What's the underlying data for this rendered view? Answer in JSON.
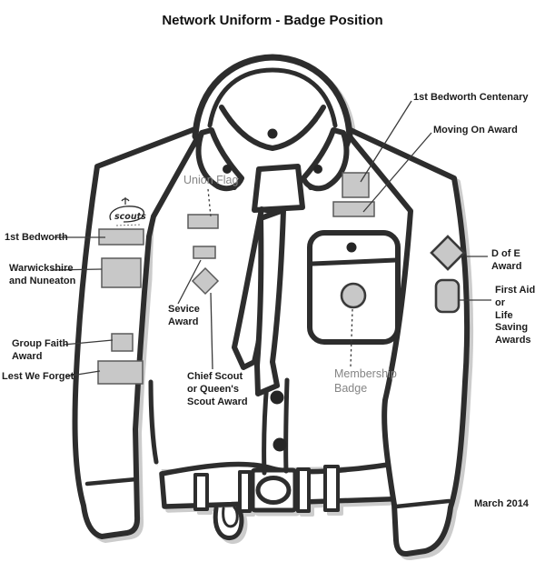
{
  "title": "Network Uniform - Badge Position",
  "date_note": "March 2014",
  "logo": {
    "text": "scouts"
  },
  "colors": {
    "ink": "#2d2d2d",
    "badge_fill": "#c8c8c8",
    "badge_stroke": "#5a5a5a",
    "label": "#1c1c1c",
    "label_muted": "#858585",
    "line": "#3a3a3a",
    "shadow": "#cccccc"
  },
  "annotations": {
    "bedworth": {
      "label": "1st Bedworth"
    },
    "warwickshire": {
      "label": "Warwickshire\nand Nuneaton"
    },
    "group_faith": {
      "label": "Group Faith\nAward"
    },
    "lest_we_forget": {
      "label": "Lest We Forget"
    },
    "union_flag": {
      "label": "Union Flag"
    },
    "service_award": {
      "label": "Sevice\nAward"
    },
    "chief_scout": {
      "label": "Chief Scout\nor Queen's\nScout Award"
    },
    "membership": {
      "label": "Membership\nBadge"
    },
    "centenary": {
      "label": "1st Bedworth Centenary"
    },
    "moving_on": {
      "label": "Moving On Award"
    },
    "dofe": {
      "label": "D of E\nAward"
    },
    "first_aid": {
      "label": "First Aid\nor\nLife Saving\nAwards"
    }
  }
}
